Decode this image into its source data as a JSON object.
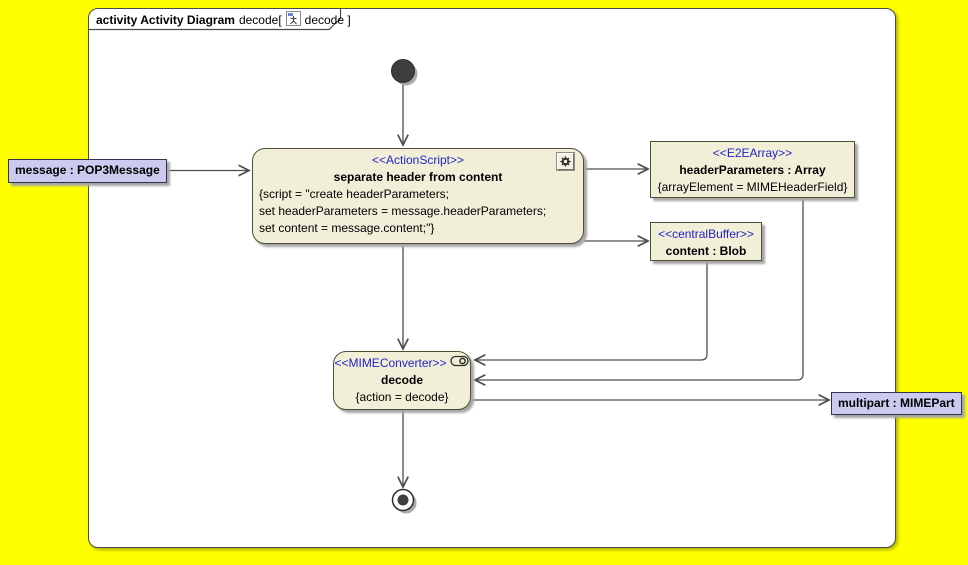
{
  "tab": {
    "keyword": "activity Activity Diagram",
    "context": "decode[",
    "icon": "activity-diagram-icon",
    "diagram_name": "decode ]"
  },
  "nodes": {
    "action": {
      "stereotype": "<<ActionScript>>",
      "name": "separate header from content",
      "body": [
        "{script = \"create headerParameters;",
        "set headerParameters = message.headerParameters;",
        "set content = message.content;\"}"
      ],
      "icon": "gear-icon"
    },
    "header_params": {
      "stereotype": "<<E2EArray>>",
      "name": "headerParameters : Array",
      "constraint": "{arrayElement = MIMEHeaderField}"
    },
    "content_buffer": {
      "stereotype": "<<centralBuffer>>",
      "name": "content : Blob"
    },
    "decode": {
      "stereotype": "<<MIMEConverter>>",
      "name": "decode",
      "constraint": "{action = decode}",
      "icon": "action-stadium-icon"
    }
  },
  "pins": {
    "input": "message : POP3Message",
    "output": "multipart : MIMEPart"
  },
  "colors": {
    "background": "#FFFF00",
    "node_fill": "#F2EFD9",
    "pin_fill": "#CBCBEF",
    "stereotype_text": "#2424C4",
    "connector": "#4D4D4D"
  }
}
